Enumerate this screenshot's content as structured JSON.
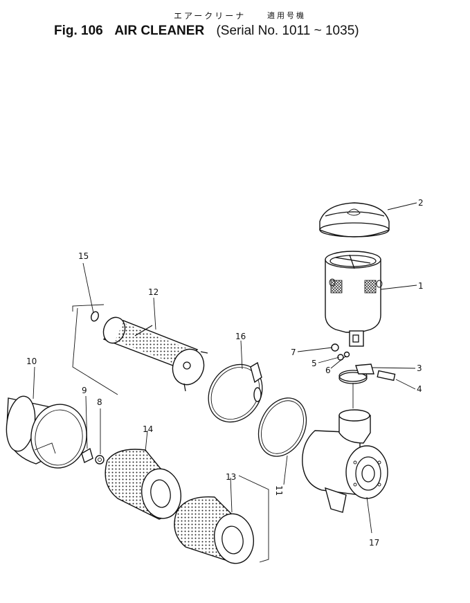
{
  "title": {
    "japanese": "エアークリーナ",
    "serial_japanese": "適用号機",
    "fig": "Fig. 106",
    "name": "AIR CLEANER",
    "serial": "(Serial No.  1011 ~ 1035)"
  },
  "parts": [
    {
      "id": "p1",
      "label": "1"
    },
    {
      "id": "p2",
      "label": "2"
    },
    {
      "id": "p3",
      "label": "3"
    },
    {
      "id": "p4",
      "label": "4"
    },
    {
      "id": "p5",
      "label": "5"
    },
    {
      "id": "p6",
      "label": "6"
    },
    {
      "id": "p7",
      "label": "7"
    },
    {
      "id": "p8",
      "label": "8"
    },
    {
      "id": "p9",
      "label": "9"
    },
    {
      "id": "p10",
      "label": "10"
    },
    {
      "id": "p11",
      "label": "11"
    },
    {
      "id": "p12",
      "label": "12"
    },
    {
      "id": "p13",
      "label": "13"
    },
    {
      "id": "p14",
      "label": "14"
    },
    {
      "id": "p15",
      "label": "15"
    },
    {
      "id": "p16",
      "label": "16"
    },
    {
      "id": "p17",
      "label": "17"
    }
  ]
}
